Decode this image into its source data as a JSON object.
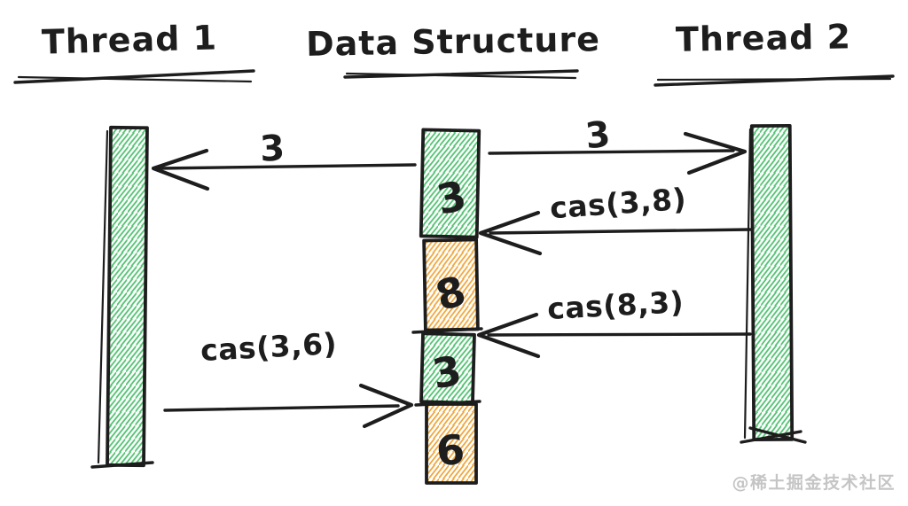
{
  "titles": {
    "thread1": "Thread 1",
    "data_structure": "Data Structure",
    "thread2": "Thread 2"
  },
  "data_structure_cells": [
    {
      "value": "3",
      "color_name": "green"
    },
    {
      "value": "8",
      "color_name": "orange"
    },
    {
      "value": "3",
      "color_name": "green"
    },
    {
      "value": "6",
      "color_name": "orange"
    }
  ],
  "messages": [
    {
      "label": "3",
      "from": "data_structure",
      "to": "thread1",
      "direction": "left"
    },
    {
      "label": "3",
      "from": "data_structure",
      "to": "thread2",
      "direction": "right"
    },
    {
      "label": "cas(3,8)",
      "from": "thread2",
      "to": "data_structure",
      "direction": "left"
    },
    {
      "label": "cas(8,3)",
      "from": "thread2",
      "to": "data_structure",
      "direction": "left"
    },
    {
      "label": "cas(3,6)",
      "from": "thread1",
      "to": "data_structure",
      "direction": "right"
    }
  ],
  "watermark": "@稀土掘金技术社区",
  "colors": {
    "green": "#53c273",
    "orange": "#f0a840",
    "ink": "#1d1d1d",
    "watermark-gray": "#c5c5c5",
    "background": "#ffffff"
  }
}
